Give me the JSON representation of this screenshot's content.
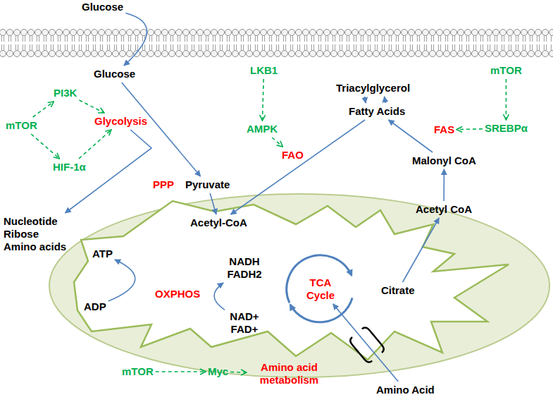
{
  "diagram": {
    "nodes": [
      {
        "text": [
          "Glucose"
        ]
      },
      {
        "text": [
          "Glucose"
        ]
      },
      {
        "text": [
          "PI3K"
        ]
      },
      {
        "text": [
          "mTOR"
        ]
      },
      {
        "text": [
          "Glycolysis"
        ]
      },
      {
        "text": [
          "HIF-1α"
        ]
      },
      {
        "text": [
          "PPP"
        ]
      },
      {
        "text": [
          "Pyruvate"
        ]
      },
      {
        "text": [
          "Nucleotide Ribose Amino acids"
        ]
      },
      {
        "text": [
          "LKB1"
        ]
      },
      {
        "text": [
          "AMPK"
        ]
      },
      {
        "text": [
          "FAO"
        ]
      },
      {
        "text": [
          "Triacylglycerol"
        ]
      },
      {
        "text": [
          "Fatty Acids"
        ]
      },
      {
        "text": [
          "mTOR"
        ]
      },
      {
        "text": [
          "SREBPα"
        ]
      },
      {
        "text": [
          "FAS"
        ]
      },
      {
        "text": [
          "Malonyl CoA"
        ]
      },
      {
        "text": [
          "Acetyl CoA"
        ]
      },
      {
        "text": [
          "Acetyl-CoA"
        ]
      },
      {
        "text": [
          "ATP"
        ]
      },
      {
        "text": [
          "ADP"
        ]
      },
      {
        "text": [
          "OXPHOS"
        ]
      },
      {
        "text": [
          "NADH FADH2"
        ]
      },
      {
        "text": [
          "NAD+ FAD+"
        ]
      },
      {
        "text": [
          "TCA Cycle"
        ]
      },
      {
        "text": [
          "Citrate"
        ]
      },
      {
        "text": [
          "mTOR"
        ]
      },
      {
        "text": [
          "Myc"
        ]
      },
      {
        "text": [
          "Amino acid metabolism"
        ]
      },
      {
        "text": [
          "Amino Acid"
        ]
      }
    ],
    "edges": [
      {
        "from": 0,
        "to": 1,
        "arrow": "to"
      },
      {
        "from": 3,
        "to": 2,
        "arrow": "to"
      },
      {
        "from": 2,
        "to": 4,
        "arrow": "to"
      },
      {
        "from": 3,
        "to": 5,
        "arrow": "to"
      },
      {
        "from": 5,
        "to": 4,
        "arrow": "to"
      },
      {
        "from": 1,
        "to": 7,
        "arrow": "to"
      },
      {
        "from": 4,
        "to": 8,
        "arrow": "to"
      },
      {
        "from": 7,
        "to": 19,
        "arrow": "to"
      },
      {
        "from": 9,
        "to": 10,
        "arrow": "to"
      },
      {
        "from": 10,
        "to": 11,
        "arrow": "to"
      },
      {
        "from": 12,
        "to": 13,
        "arrow": "to"
      },
      {
        "from": 13,
        "to": 12,
        "arrow": "to"
      },
      {
        "from": 13,
        "to": 19,
        "arrow": "to"
      },
      {
        "from": 14,
        "to": 15,
        "arrow": "to"
      },
      {
        "from": 15,
        "to": 16,
        "arrow": "to"
      },
      {
        "from": 26,
        "to": 18,
        "arrow": "to"
      },
      {
        "from": 18,
        "to": 17,
        "arrow": "to"
      },
      {
        "from": 17,
        "to": 13,
        "arrow": "to"
      },
      {
        "from": 21,
        "to": 20,
        "arrow": "to"
      },
      {
        "from": 24,
        "to": 23,
        "arrow": "to"
      },
      {
        "from": 27,
        "to": 28,
        "arrow": "to"
      },
      {
        "from": 28,
        "to": 29,
        "arrow": "to"
      },
      {
        "from": 30,
        "to": 25,
        "arrow": "to"
      }
    ]
  }
}
